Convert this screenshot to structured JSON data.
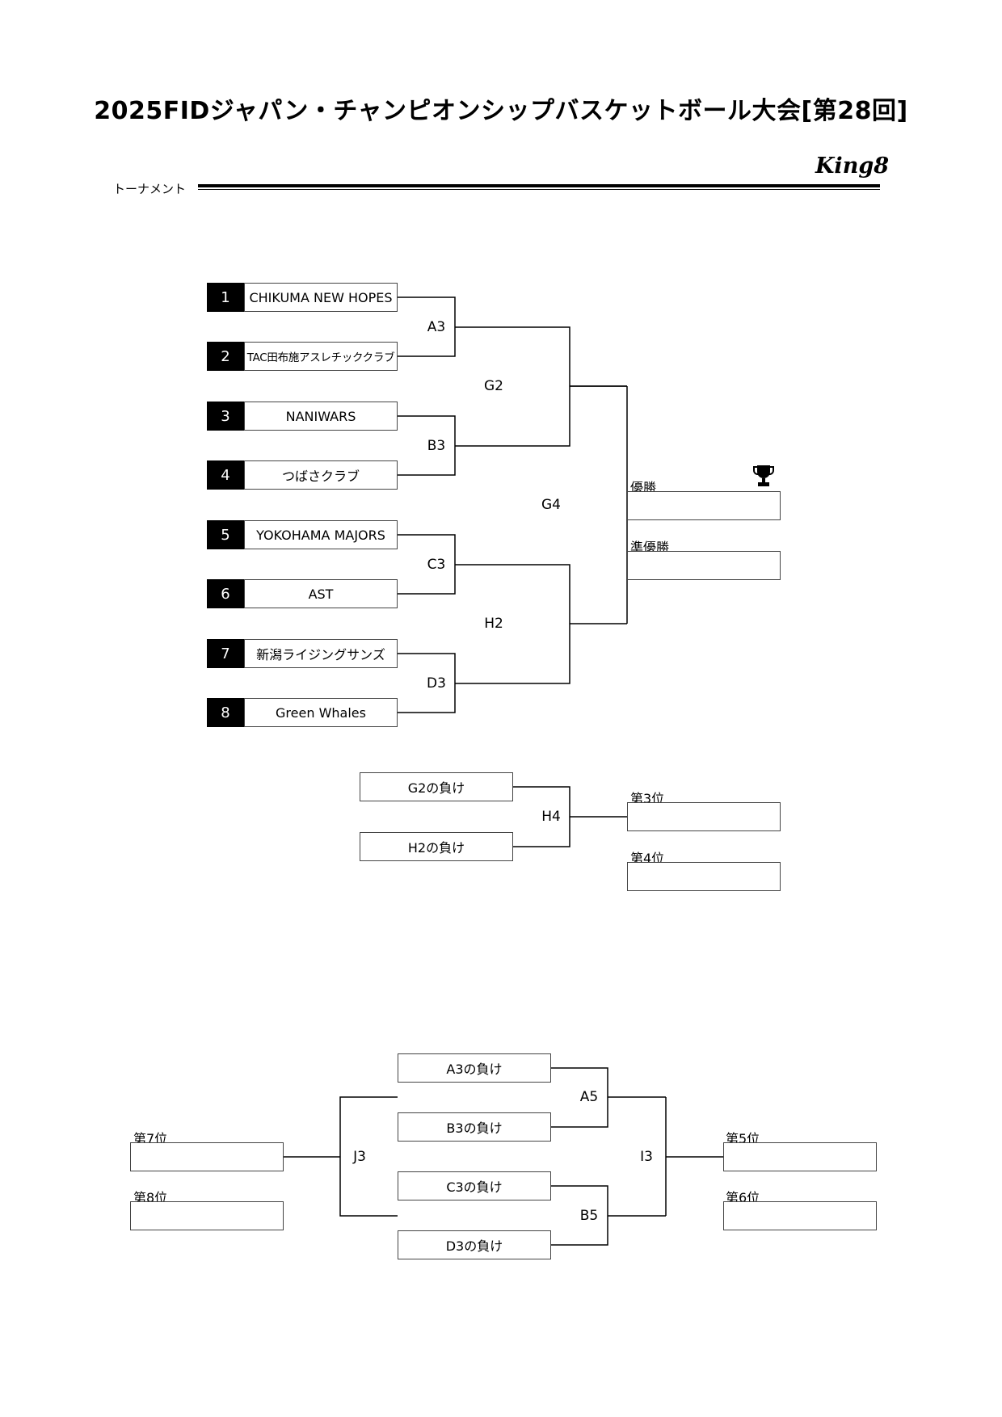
{
  "header": {
    "title": "2025FIDジャパン・チャンピオンシップバスケットボール大会[第28回]",
    "brand": "King8",
    "section_label": "トーナメント"
  },
  "teams": [
    {
      "seed": "1",
      "name": "CHIKUMA NEW HOPES"
    },
    {
      "seed": "2",
      "name": "TAC田布施アスレチッククラブ"
    },
    {
      "seed": "3",
      "name": "NANIWARS"
    },
    {
      "seed": "4",
      "name": "つばさクラブ"
    },
    {
      "seed": "5",
      "name": "YOKOHAMA MAJORS"
    },
    {
      "seed": "6",
      "name": "AST"
    },
    {
      "seed": "7",
      "name": "新潟ライジングサンズ"
    },
    {
      "seed": "8",
      "name": "Green Whales"
    }
  ],
  "games": {
    "A3": "A3",
    "B3": "B3",
    "C3": "C3",
    "D3": "D3",
    "G2": "G2",
    "H2": "H2",
    "G4": "G4",
    "H4": "H4",
    "A5": "A5",
    "B5": "B5",
    "I3": "I3",
    "J3": "J3"
  },
  "losers": {
    "g2": "G2の負け",
    "h2": "H2の負け",
    "a3": "A3の負け",
    "b3": "B3の負け",
    "c3": "C3の負け",
    "d3": "D3の負け"
  },
  "places": {
    "first": "優勝",
    "second": "準優勝",
    "third": "第3位",
    "fourth": "第4位",
    "fifth": "第5位",
    "sixth": "第6位",
    "seventh": "第7位",
    "eighth": "第8位"
  },
  "icons": {
    "trophy": "trophy-icon"
  }
}
